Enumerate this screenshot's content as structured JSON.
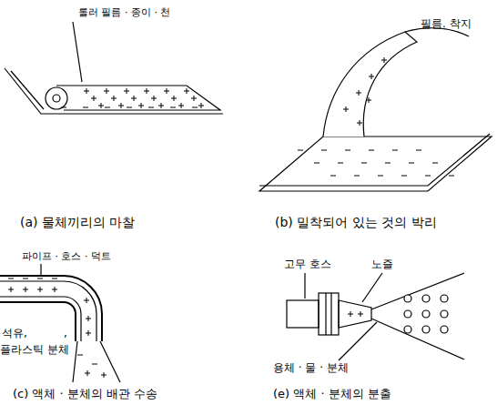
{
  "diagram": {
    "labels": [
      "롤러 필름 · 종이 · 천",
      "필름. 착지",
      "(a) 물체끼리의 마찰",
      "(b) 밀착되어 있는 것의 박리",
      "파이프 · 호스 · 덕트",
      "석유,",
      ",",
      "플라스틱 분체",
      "고무 호스",
      "노즐",
      "용체 · 물 · 분체",
      "(c) 액체 · 분체의 배관 수송",
      "(e) 액체 · 분체의 분출"
    ]
  }
}
